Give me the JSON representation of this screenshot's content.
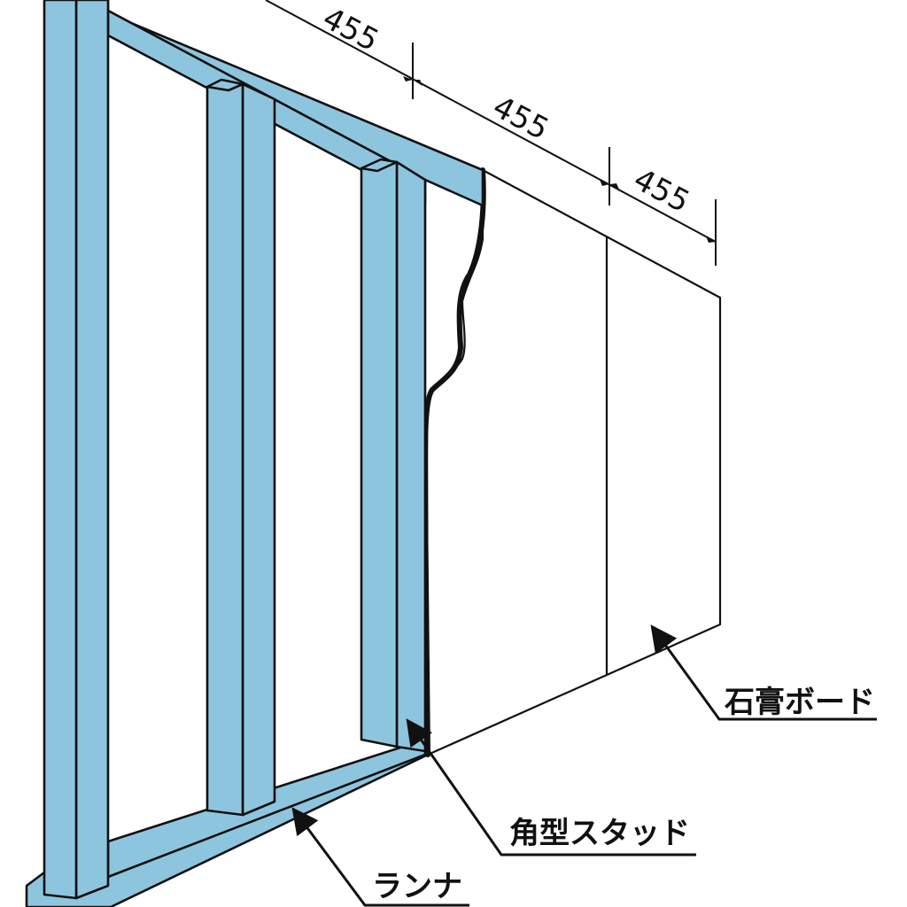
{
  "dimensions": {
    "spacing_1": "455",
    "spacing_2": "455",
    "spacing_3": "455"
  },
  "labels": {
    "gypsum_board": "石膏ボード",
    "square_stud": "角型スタッド",
    "runner": "ランナ"
  },
  "colors": {
    "steel_frame": "#8EC5DE",
    "board": "#ffffff",
    "outline": "#111111"
  }
}
